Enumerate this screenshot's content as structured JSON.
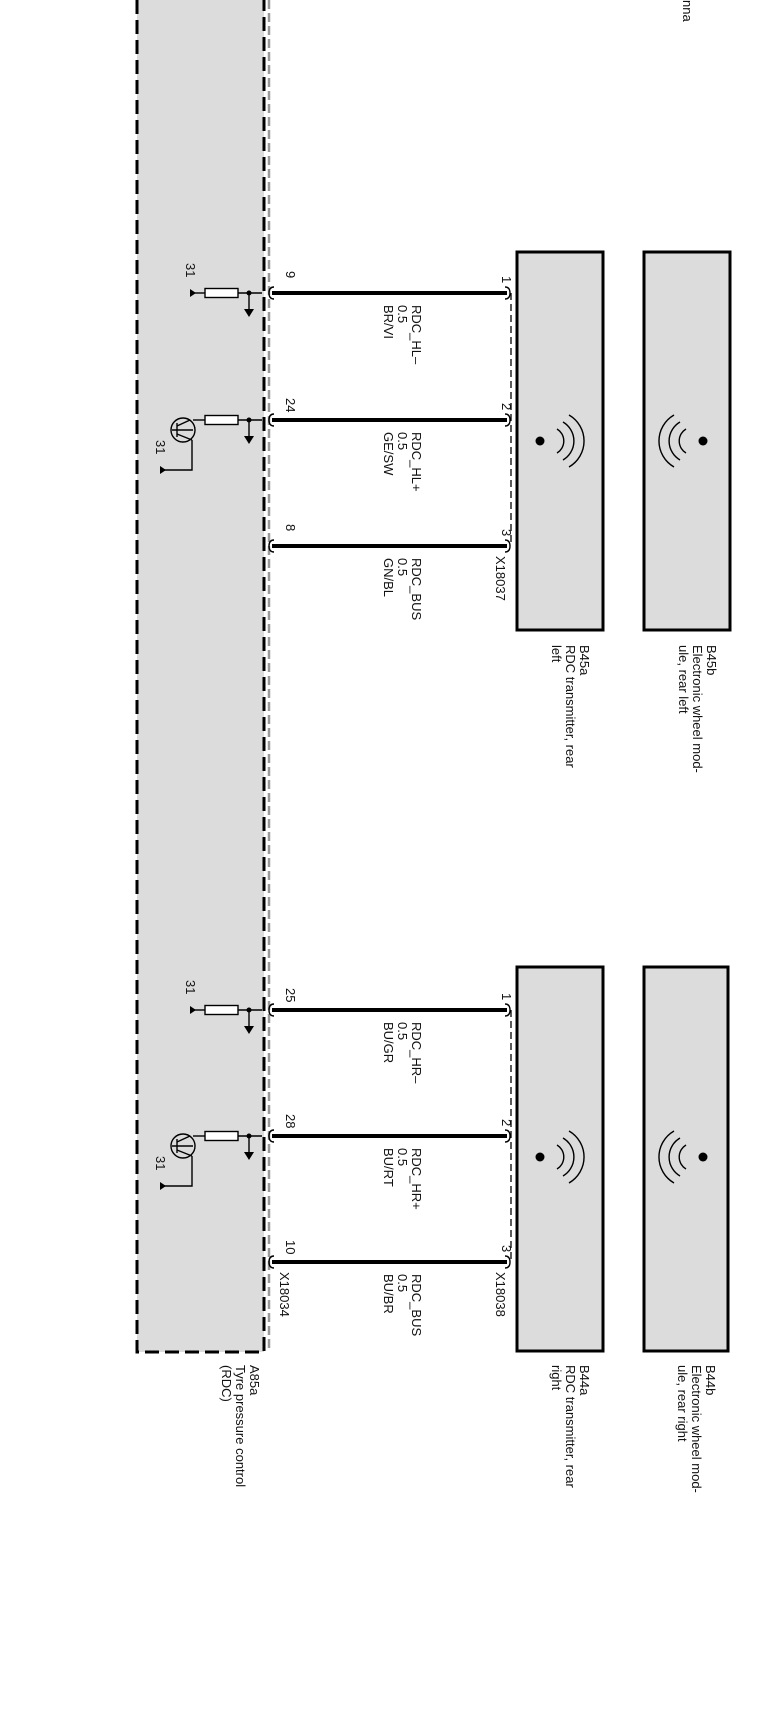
{
  "diagram": {
    "partial_top_label": "nna",
    "control_unit": {
      "id": "A85a",
      "name": "Tyre pressure control",
      "name_line2": "(RDC)",
      "connector": "X18034"
    },
    "left_group": {
      "transmitter": {
        "id": "B45a",
        "name_line1": "RDC transmitter, rear",
        "name_line2": "left",
        "connector": "X18037"
      },
      "wheel_module": {
        "id": "B45b",
        "name_line1": "Electronic wheel mod-",
        "name_line2": "ule, rear left"
      },
      "wires": [
        {
          "ecu_pin": "9",
          "tx_pin": "1",
          "signal": "RDC_HL–",
          "size": "0.5",
          "color": "BR/VI",
          "ecu_circuit": "resistor",
          "ground": "31"
        },
        {
          "ecu_pin": "24",
          "tx_pin": "2",
          "signal": "RDC_HL+",
          "size": "0.5",
          "color": "GE/SW",
          "ecu_circuit": "transistor",
          "ground": "31"
        },
        {
          "ecu_pin": "8",
          "tx_pin": "3",
          "signal": "RDC_BUS",
          "size": "0.5",
          "color": "GN/BL",
          "ecu_circuit": "none",
          "ground": ""
        }
      ]
    },
    "right_group": {
      "transmitter": {
        "id": "B44a",
        "name_line1": "RDC transmitter, rear",
        "name_line2": "right",
        "connector": "X18038"
      },
      "wheel_module": {
        "id": "B44b",
        "name_line1": "Electronic wheel mod-",
        "name_line2": "ule, rear right"
      },
      "wires": [
        {
          "ecu_pin": "25",
          "tx_pin": "1",
          "signal": "RDC_HR–",
          "size": "0.5",
          "color": "BU/GR",
          "ecu_circuit": "resistor",
          "ground": "31"
        },
        {
          "ecu_pin": "28",
          "tx_pin": "2",
          "signal": "RDC_HR+",
          "size": "0.5",
          "color": "BU/RT",
          "ecu_circuit": "transistor",
          "ground": "31"
        },
        {
          "ecu_pin": "10",
          "tx_pin": "3",
          "signal": "RDC_BUS",
          "size": "0.5",
          "color": "BU/BR",
          "ecu_circuit": "none",
          "ground": ""
        }
      ]
    },
    "colors": {
      "module_fill": "#dcdcdc",
      "line": "#000000",
      "shield_dash": "#9a9a9a"
    }
  }
}
